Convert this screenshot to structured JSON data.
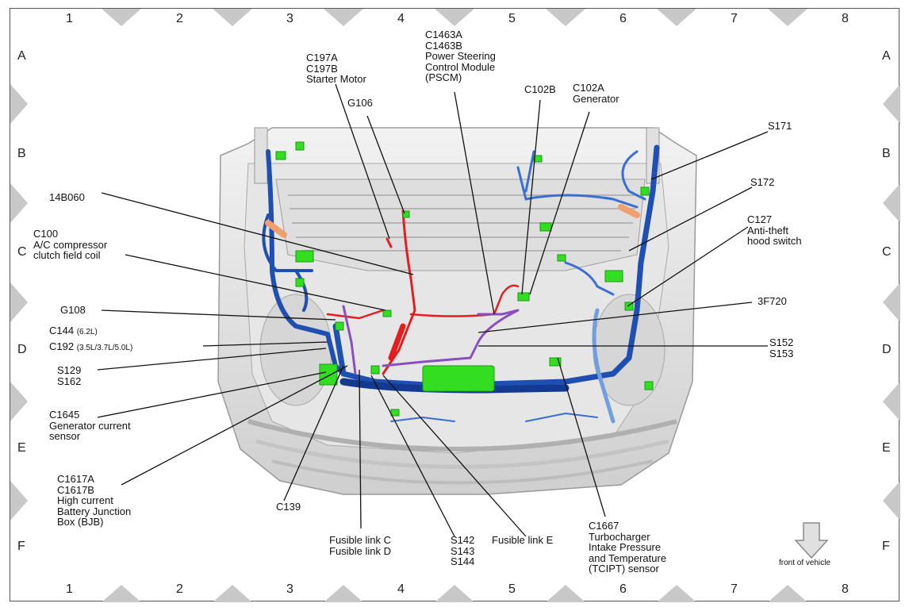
{
  "grid": {
    "columns": [
      "1",
      "2",
      "3",
      "4",
      "5",
      "6",
      "7",
      "8"
    ],
    "rows": [
      "A",
      "B",
      "C",
      "D",
      "E",
      "F"
    ]
  },
  "labels": {
    "c197": [
      "C197A",
      "C197B",
      "Starter Motor"
    ],
    "g106": "G106",
    "c1463": [
      "C1463A",
      "C1463B",
      "Power Steering",
      "Control Module",
      "(PSCM)"
    ],
    "c102b": "C102B",
    "c102a": [
      "C102A",
      "Generator"
    ],
    "s171": "S171",
    "s172": "S172",
    "c127": [
      "C127",
      "Anti-theft",
      "hood switch"
    ],
    "l14b060": "14B060",
    "c100": [
      "C100",
      "A/C compressor",
      "clutch field coil"
    ],
    "g108": "G108",
    "c144": [
      "C144",
      "(6.2L)"
    ],
    "c192": [
      "C192",
      "(3.5L/3.7L/5.0L)"
    ],
    "s129": [
      "S129",
      "S162"
    ],
    "c1645": [
      "C1645",
      "Generator current",
      "sensor"
    ],
    "c1617": [
      "C1617A",
      "C1617B",
      "High current",
      "Battery Junction",
      "Box (BJB)"
    ],
    "c139": "C139",
    "fusible_cd": [
      "Fusible link C",
      "Fusible link D"
    ],
    "s142": [
      "S142",
      "S143",
      "S144"
    ],
    "fusible_e": "Fusible link E",
    "c1667": [
      "C1667",
      "Turbocharger",
      "Intake Pressure",
      "and Temperature",
      "(TCIPT) sensor"
    ],
    "f3f720": "3F720",
    "s152": [
      "S152",
      "S153"
    ],
    "front": "front of vehicle"
  },
  "colors": {
    "frame": "#555555",
    "wire_blue": "#1f4fb0",
    "wire_red": "#e02020",
    "connector": "#33dd22",
    "wire_purple": "#8a4fbf"
  }
}
